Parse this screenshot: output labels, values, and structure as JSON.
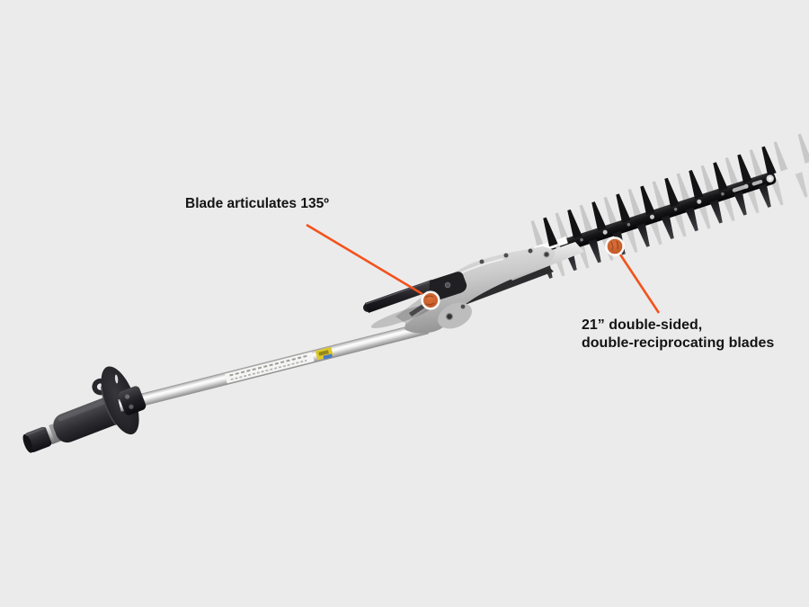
{
  "scene": {
    "background_color": "#ebebeb",
    "accent_color": "#f3521c"
  },
  "annotations": {
    "callouts": [
      {
        "id": "articulation",
        "text": "Blade articulates 135º"
      },
      {
        "id": "blades",
        "line1": "21” double-sided,",
        "line2": "double-reciprocating blades"
      }
    ]
  }
}
